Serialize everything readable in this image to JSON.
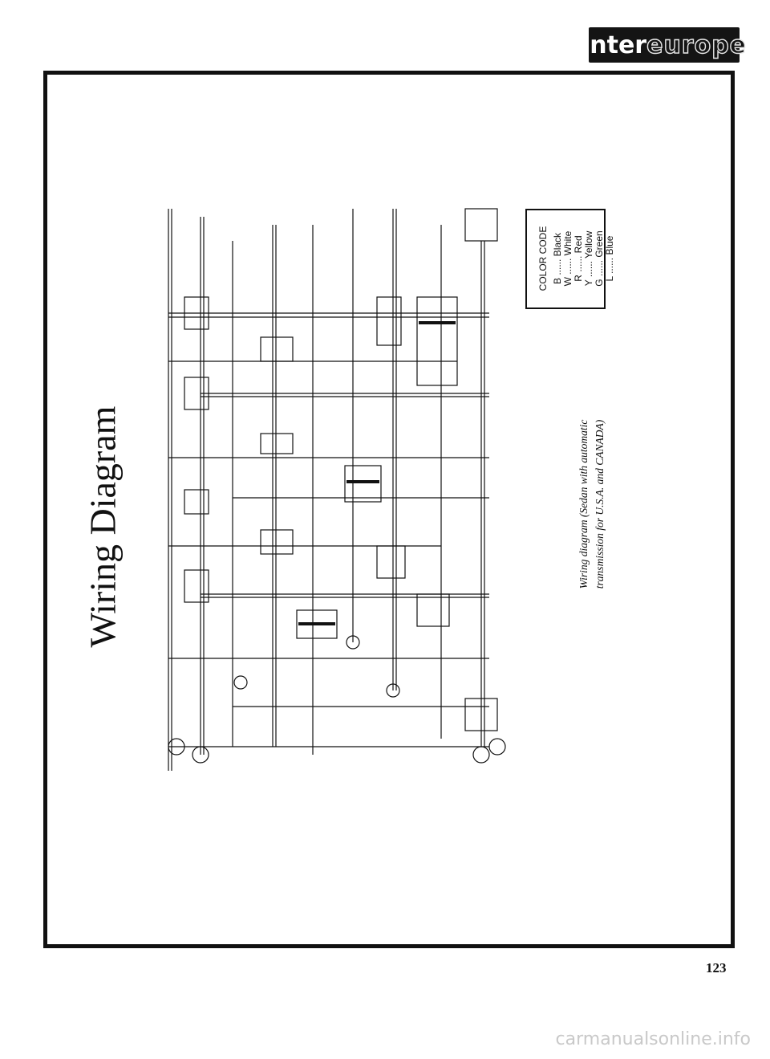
{
  "brand": {
    "part_a": "inter",
    "part_b": "europe"
  },
  "title": "Wiring Diagram",
  "caption": {
    "line1": "Wiring diagram (Sedan with automatic",
    "line2": "transmission for U.S.A. and CANADA)"
  },
  "color_code": {
    "heading": "COLOR CODE",
    "entries": [
      {
        "code": "B",
        "dots": "......",
        "name": "Black"
      },
      {
        "code": "W",
        "dots": "......",
        "name": "White"
      },
      {
        "code": "R",
        "dots": "......",
        "name": "Red"
      },
      {
        "code": "Y",
        "dots": "......",
        "name": "Yellow"
      },
      {
        "code": "G",
        "dots": "......",
        "name": "Green"
      },
      {
        "code": "L",
        "dots": "......",
        "name": "Blue"
      }
    ]
  },
  "page_number": "123",
  "watermark": "carmanualsonline.info"
}
